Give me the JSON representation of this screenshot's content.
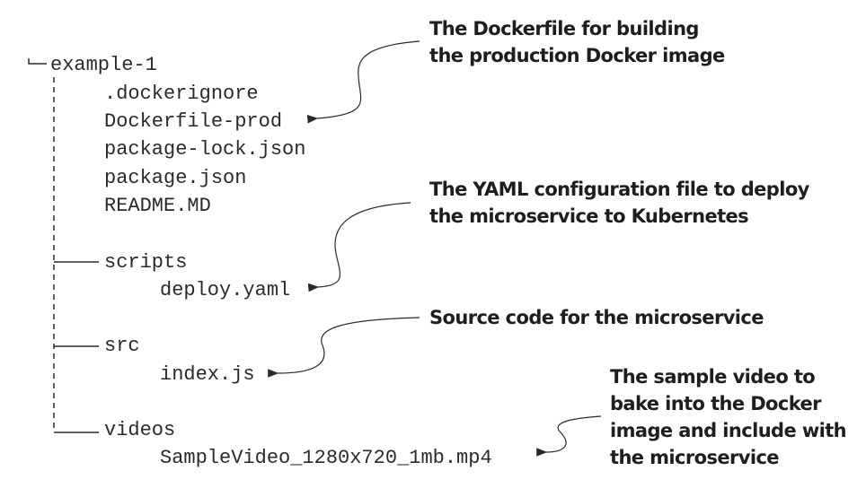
{
  "tree": {
    "root": "example-1",
    "root_files": [
      ".dockerignore",
      "Dockerfile-prod",
      "package-lock.json",
      "package.json",
      "README.MD"
    ],
    "folders": [
      {
        "name": "scripts",
        "files": [
          "deploy.yaml"
        ]
      },
      {
        "name": "src",
        "files": [
          "index.js"
        ]
      },
      {
        "name": "videos",
        "files": [
          "SampleVideo_1280x720_1mb.mp4"
        ]
      }
    ]
  },
  "callouts": [
    {
      "target": "Dockerfile-prod",
      "lines": [
        "The Dockerfile for building",
        "the production Docker image"
      ]
    },
    {
      "target": "deploy.yaml",
      "lines": [
        "The YAML configuration file to deploy",
        "the microservice to Kubernetes"
      ]
    },
    {
      "target": "index.js",
      "lines": [
        "Source code for the microservice"
      ]
    },
    {
      "target": "SampleVideo_1280x720_1mb.mp4",
      "lines": [
        "The sample video to",
        "bake into the Docker",
        "image and include with",
        "the microservice"
      ]
    }
  ],
  "colors": {
    "text": "#2a2a2a",
    "line": "#2a2a2a",
    "background": "#ffffff"
  }
}
